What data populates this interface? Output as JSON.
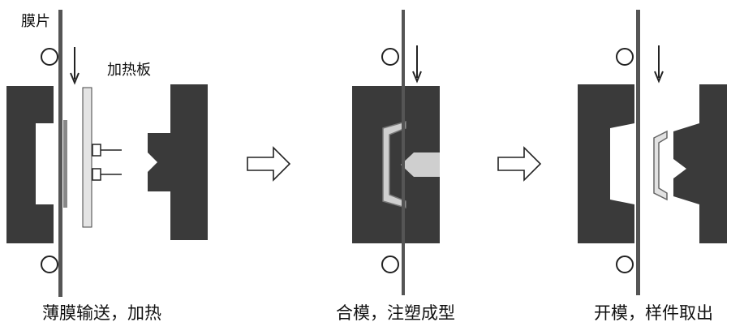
{
  "labels": {
    "film": "膜片",
    "heating_plate": "加热板"
  },
  "steps": [
    {
      "caption": "薄膜输送，加热"
    },
    {
      "caption": "合模，注塑成型"
    },
    {
      "caption": "开模，样件取出"
    }
  ],
  "colors": {
    "mold": "#3a3a3a",
    "film": "#555555",
    "heater_plate": "#e4e4e4",
    "nozzle_melt": "#cfcfcf",
    "part": "#b8b8b8",
    "arrow_outline": "#222222"
  }
}
